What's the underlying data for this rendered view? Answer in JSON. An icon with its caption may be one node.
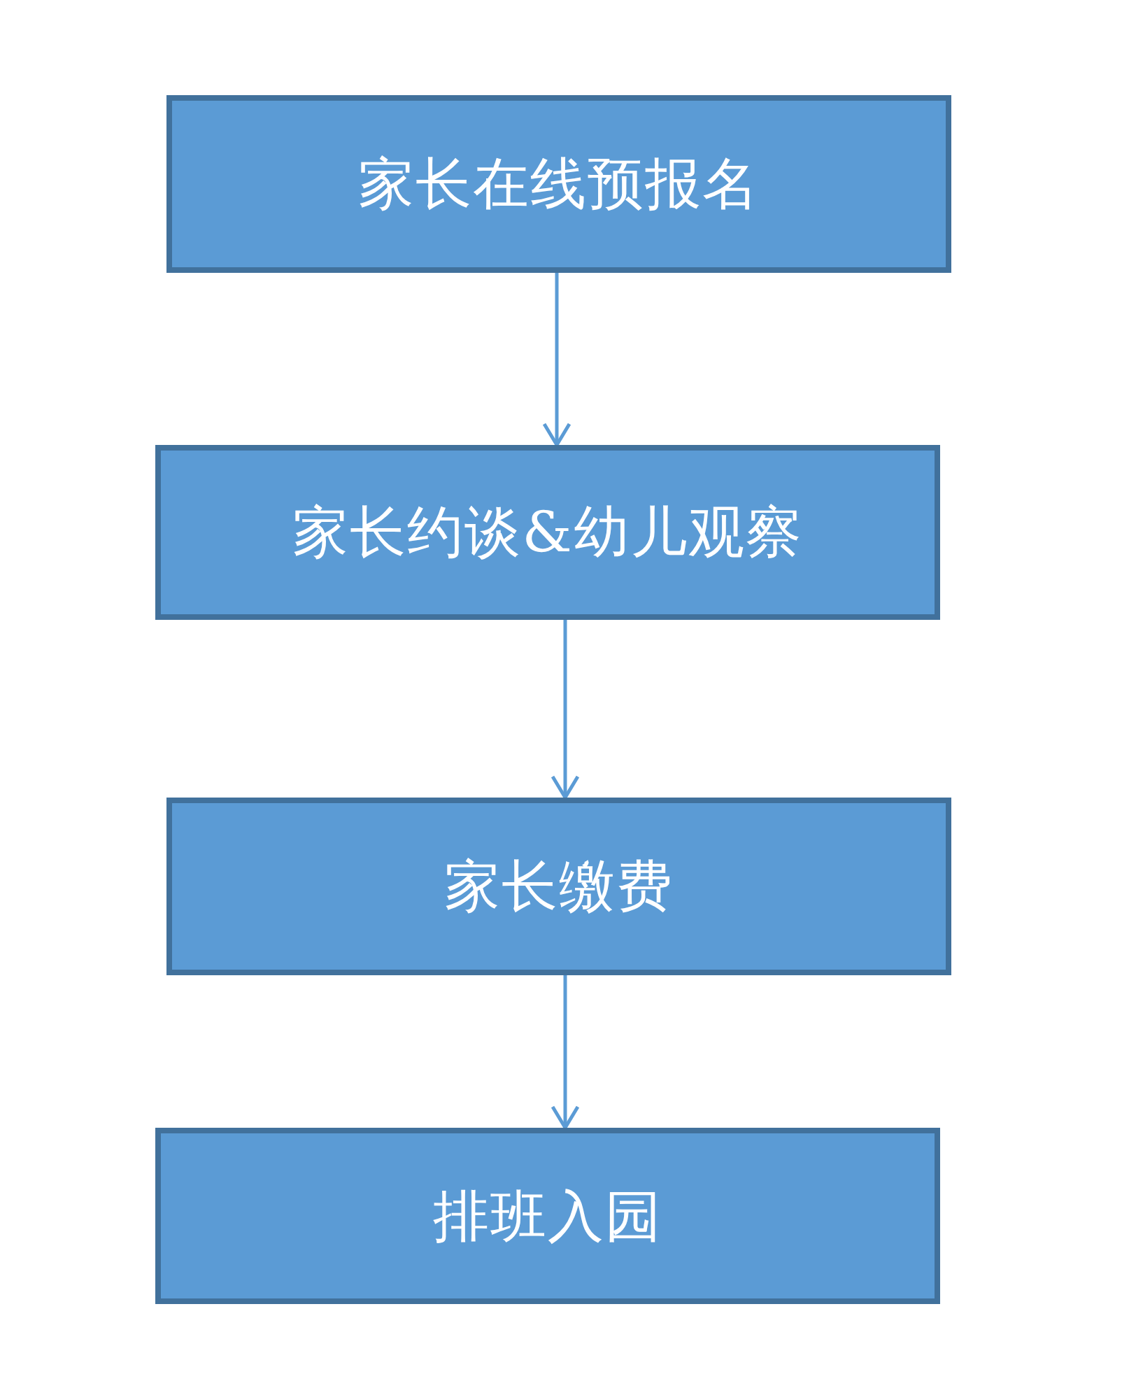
{
  "diagram": {
    "nodes": [
      {
        "text": [
          "家长在线预报名"
        ]
      },
      {
        "text": [
          "家长约谈&幼儿观察"
        ]
      },
      {
        "text": [
          "家长缴费"
        ]
      },
      {
        "text": [
          "排班入园"
        ]
      }
    ],
    "edges": [
      {
        "from": 0,
        "to": 1,
        "arrow": "to"
      },
      {
        "from": 1,
        "to": 2,
        "arrow": "to"
      },
      {
        "from": 2,
        "to": 3,
        "arrow": "to"
      }
    ]
  }
}
